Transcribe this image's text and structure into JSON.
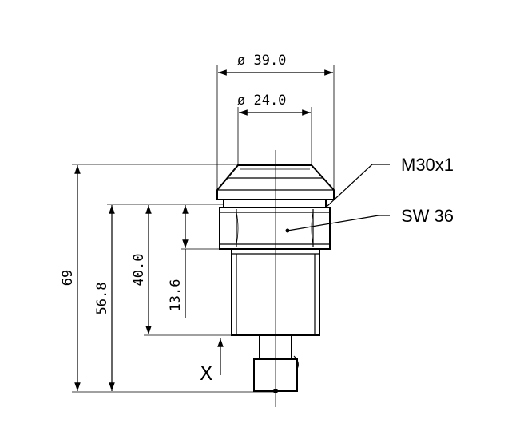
{
  "dimensions": {
    "outer_diameter": "ø 39.0",
    "inner_diameter": "ø 24.0",
    "total_height": "69",
    "height_56_8": "56.8",
    "height_40_0": "40.0",
    "height_13_6": "13.6",
    "x_label": "X"
  },
  "callouts": {
    "thread": "M30x1",
    "wrench_size": "SW 36"
  }
}
